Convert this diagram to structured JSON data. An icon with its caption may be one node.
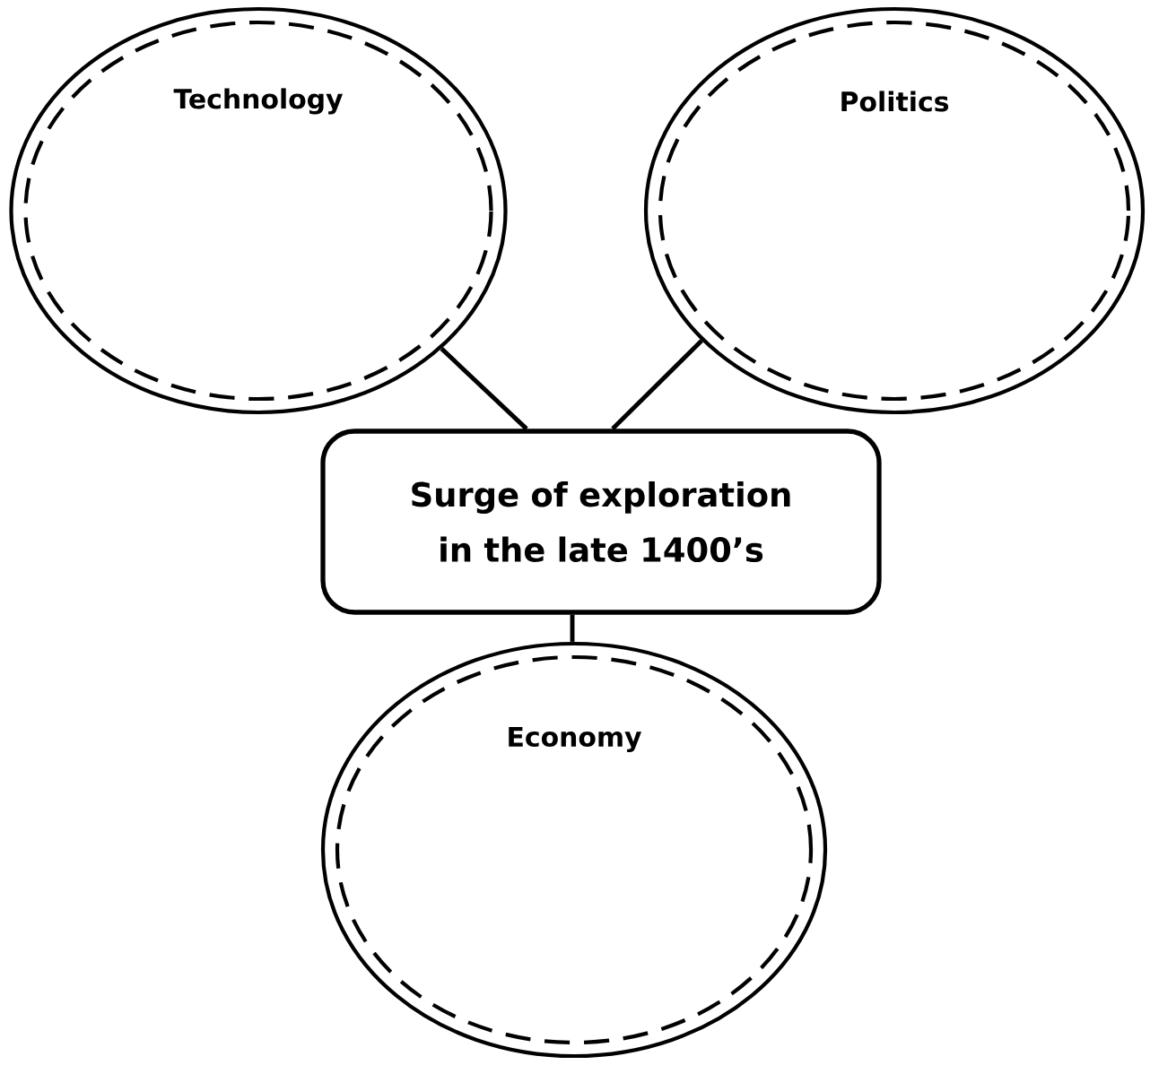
{
  "diagram": {
    "nodes": [
      {
        "text": [
          "Technology"
        ]
      },
      {
        "text": [
          "Politics"
        ]
      },
      {
        "text": [
          "Surge of exploration in the late 1400’s"
        ]
      },
      {
        "text": [
          "Economy"
        ]
      }
    ],
    "edges": [
      {
        "from": 2,
        "to": 0,
        "arrow": "none"
      },
      {
        "from": 2,
        "to": 1,
        "arrow": "none"
      },
      {
        "from": 2,
        "to": 3,
        "arrow": "none"
      }
    ]
  }
}
